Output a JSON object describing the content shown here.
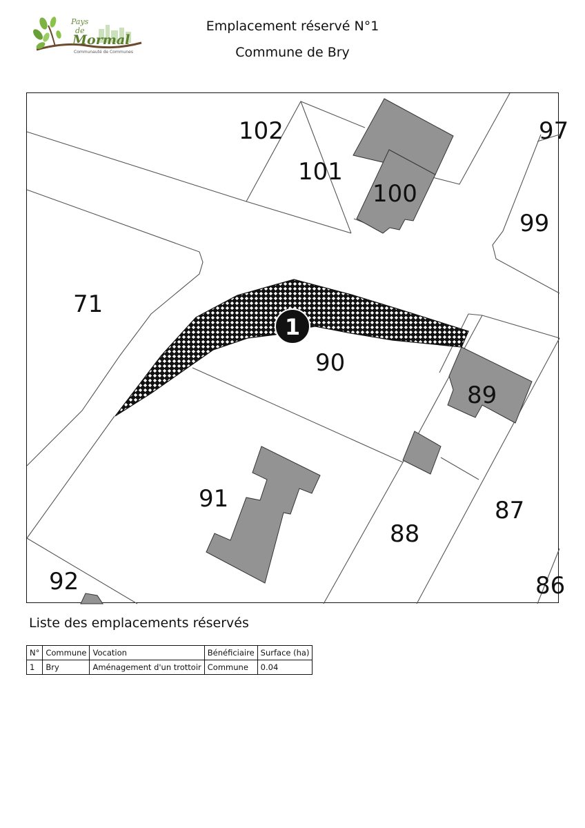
{
  "header": {
    "title": "Emplacement réservé N°1",
    "subtitle": "Commune de Bry",
    "logo": {
      "line1": "Pays",
      "line2": "de",
      "line3": "Mormal",
      "tagline": "Communauté de Communes"
    }
  },
  "map": {
    "parcels": [
      {
        "id": "102",
        "label": "102"
      },
      {
        "id": "101",
        "label": "101"
      },
      {
        "id": "100",
        "label": "100"
      },
      {
        "id": "97",
        "label": "97"
      },
      {
        "id": "99",
        "label": "99"
      },
      {
        "id": "71",
        "label": "71"
      },
      {
        "id": "90",
        "label": "90"
      },
      {
        "id": "89",
        "label": "89"
      },
      {
        "id": "91",
        "label": "91"
      },
      {
        "id": "87",
        "label": "87"
      },
      {
        "id": "88",
        "label": "88"
      },
      {
        "id": "92",
        "label": "92"
      },
      {
        "id": "86",
        "label": "86"
      }
    ],
    "reserved_marker": "1",
    "colors": {
      "building": "#939393",
      "hatch": "#111111",
      "lines": "#555555"
    }
  },
  "list": {
    "heading": "Liste des emplacements réservés",
    "columns": [
      "N°",
      "Commune",
      "Vocation",
      "Bénéficiaire",
      "Surface (ha)"
    ],
    "rows": [
      [
        "1",
        "Bry",
        "Aménagement d'un trottoir",
        "Commune",
        "0.04"
      ]
    ]
  }
}
